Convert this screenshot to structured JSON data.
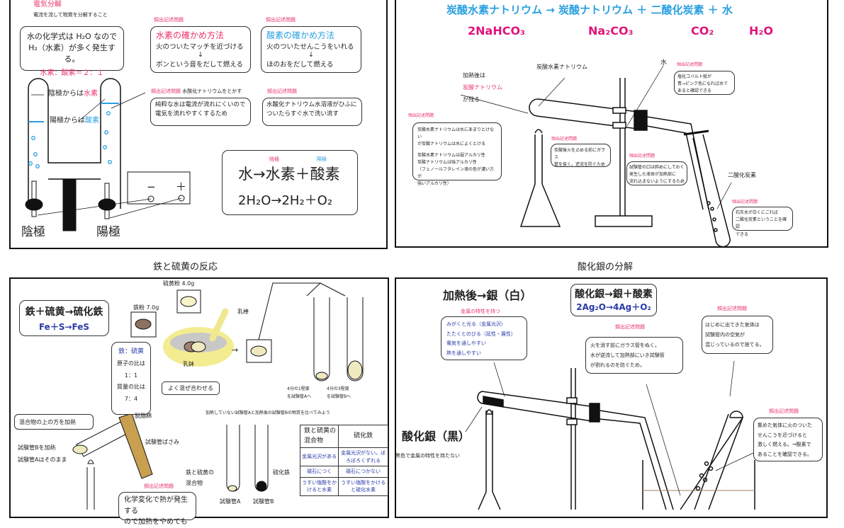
{
  "electrolysis": {
    "title": "電気分解",
    "subtitle": "電流を流して物質を分解すること",
    "formula_note": [
      "水の化学式は H₂O なので",
      "H₂（水素）が多く発生する。"
    ],
    "ratio": "水素：酸素＝２：１",
    "freq_label": "頻出記述問題",
    "hydrogen_check": {
      "title": "水素の確かめ方法",
      "l1": "火のついたマッチを近づける",
      "arrow": "↓",
      "l2": "ポンという音をだして燃える"
    },
    "oxygen_check": {
      "title": "酸素の確かめ方法",
      "l1": "火のついたせんこうをいれる",
      "arrow": "↓",
      "l2": "ほのおをだして燃える"
    },
    "naoh_label": "水酸化ナトリウムをとかす",
    "naoh_reason": [
      "純粋な水は電流が流れにくいので",
      "電気を流れやすくするため"
    ],
    "naoh_caution": [
      "水酸化ナトリウム水溶液がひふに",
      "ついたらすぐ水で洗い流す"
    ],
    "cathode_gas_prefix": "陰極からは",
    "cathode_gas": "水素",
    "anode_gas_prefix": "陽極からは",
    "anode_gas": "酸素",
    "cathode": "陰極",
    "anode": "陽極",
    "minus": "−",
    "plus": "＋",
    "eq_cathode": "陰極",
    "eq_anode": "陽極",
    "word_eq": "水→水素＋酸素",
    "chem_eq": "2H₂O→2H₂＋O₂"
  },
  "bicarbonate": {
    "heading": "炭酸水素ナトリウム → 炭酸ナトリウム ＋ 二酸化炭素 ＋ 水",
    "formulas": [
      "2NaHCO₃",
      "Na₂CO₃",
      "CO₂",
      "H₂O"
    ],
    "after_heat": [
      "加熱後は",
      "炭酸ナトリウム",
      "が残る"
    ],
    "reagent_label": "炭酸水素ナトリウム",
    "water_label": "水",
    "co2_label": "二酸化炭素",
    "freq_label": "頻出記述問題",
    "solubility": [
      "炭酸水素ナトリウムは水にあまりとけない",
      "が炭酸ナトリウムは水によくとける",
      "炭酸水素ナトリウムは弱アルカリ性",
      "炭酸ナトリウムは強アルカリ性",
      "（フェノールフタレイン液の色が濃い方が",
      "強いアルカリ性）"
    ],
    "backflow": [
      "炭酸後火を止める前にガラス",
      "管を抜く。逆流を防ぐため"
    ],
    "cobalt": [
      "塩化コバルト紙が",
      "青→ピンク色になれば水で",
      "あると確認できる"
    ],
    "tilt": [
      "試験管の口は斜めにしておく",
      "発生した液体が加熱部に",
      "流れ込まないようにするため"
    ],
    "limewater": [
      "石灰水が白くにごれば",
      "二酸化炭素ということを確認",
      "できる"
    ]
  },
  "iron_sulfur": {
    "title": "鉄と硫黄の反応",
    "word_eq": "鉄＋硫黄→硫化鉄",
    "chem_eq": "Fe＋S→FeS",
    "sulfur": "硫黄粉 4.0g",
    "iron": "鉄粉 7.0g",
    "pestle": "乳棒",
    "mortar": "乳鉢",
    "ratio": [
      "鉄：硫黄",
      "原子の比は",
      "1：1",
      "質量の比は",
      "7：4"
    ],
    "mix": "よく混ぜ合わせる",
    "arrow": "→",
    "tube_a_note": [
      "4分の1程度",
      "を試験管Aへ"
    ],
    "tube_b_note": [
      "4分の3程度",
      "を試験管Bへ"
    ],
    "heat_top": "混合物の上の方を加熱",
    "cotton": "脱脂綿",
    "clamp": "試験管ばさみ",
    "heat_b": "試験管Bを加熱",
    "keep_a": "試験管Aはそのまま",
    "compare": "加熱していない試験管Aと加熱後の試験管Bの物質を比べてみよう",
    "mixture_label": [
      "鉄と硫黄の",
      "混合物"
    ],
    "fes_label": "硫化鉄",
    "tube_a": "試験管A",
    "tube_b": "試験管B",
    "freq_label": "頻出記述問題",
    "heat_note": [
      "化学変化で熱が発生する",
      "ので加熱をやめても"
    ],
    "table": {
      "headers": [
        "鉄と硫黄の混合物",
        "硫化鉄"
      ],
      "rows": [
        [
          "金属光沢がある",
          "金属光沢がない。ぼろぼろくずれる"
        ],
        [
          "磁石につく",
          "磁石につかない"
        ],
        [
          "うすい塩酸をかけると水素",
          "うすい塩酸をかけると硫化水素"
        ]
      ]
    }
  },
  "silver_oxide": {
    "title": "酸化銀の分解",
    "after": "加熱後→銀（白）",
    "metal_props_label": "金属の特性を持つ",
    "metal_props": [
      "みがくと光る（金属光沢）",
      "たたくとのびる（延性・展性）",
      "電気を通しやすい",
      "熱を通しやすい"
    ],
    "word_eq": "酸化銀→銀＋酸素",
    "chem_eq": "2Ag₂O→4Ag＋O₂",
    "freq_label": "頻出記述問題",
    "glass_tube": [
      "火を消す前にガラス管をぬく。",
      "水が逆流して加熱部にいき試験管",
      "が割れるのを防ぐため。"
    ],
    "first_gas": [
      "はじめに出てきた気体は",
      "試験管内の空気が",
      "混じっているので捨てる。"
    ],
    "oxygen_test": [
      "集めた気体に火のついた",
      "せんこうを近づけると",
      "激しく燃える。→酸素で",
      "あることを確認できる。"
    ],
    "before": "酸化銀（黒）",
    "before_note": "黒色で金属の特性を持たない"
  }
}
